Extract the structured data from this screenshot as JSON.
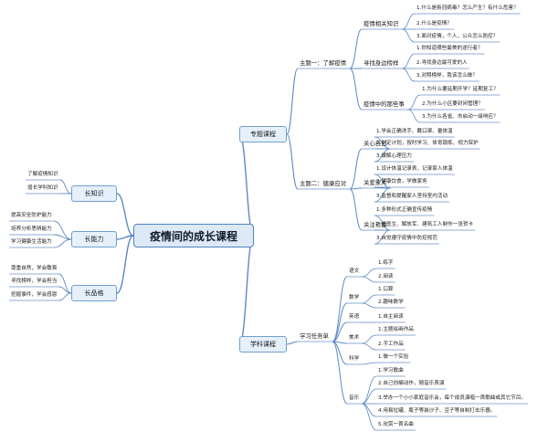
{
  "root": "疫情间的成长课程",
  "left": [
    {
      "title": "长知识",
      "items": [
        "了解疫情知识",
        "增长学科知识"
      ]
    },
    {
      "title": "长能力",
      "items": [
        "提高安全防护能力",
        "培养分析思辨能力",
        "学习健康生活能力"
      ]
    },
    {
      "title": "长品格",
      "items": [
        "尊重自然，学会敬畏",
        "寻找榜样，学会担当",
        "挖掘事件，学会感恩"
      ]
    }
  ],
  "right": [
    {
      "title": "专题课程",
      "themes": [
        {
          "title": "主题一：了解疫情",
          "groups": [
            {
              "title": "疫情相关知识",
              "items": [
                "1.什么是新冠病毒？怎么产生？有什么危害？",
                "2.什么是疫情？",
                "3.面对疫情，个人，公众怎么防控？"
              ]
            },
            {
              "title": "寻找身边榜样",
              "items": [
                "1.你知道哪些最美的逆行者？",
                "2.寻找身边最可爱的人",
                "3.对照榜样，我该怎么做？"
              ]
            },
            {
              "title": "疫情中的那些事",
              "items": [
                "1.为什么要延期开学？延期复工？",
                "2.为什么小区要封闭管理？",
                "3.为什么各省、市启动一级响应？"
              ]
            }
          ]
        },
        {
          "title": "主题二：健康应对",
          "groups": [
            {
              "title": "关心自己",
              "items": [
                "1.学会正确洗手、戴口罩、量体温",
                "2.制定计划，按时学习、体育锻炼、视力保护",
                "3.缓解心理压力"
              ]
            },
            {
              "title": "关爱家人",
              "items": [
                "1.设计体温记录表，记录家人体温",
                "2.健康饮食，学做家务",
                "3.监督和提醒家人坚持室内活动"
              ]
            },
            {
              "title": "关注社会",
              "items": [
                "1.多种形式正确宣传疫情",
                "2.给医生、解放军、建筑工人制作一张贺卡",
                "3.自觉遵守疫情中防控规范"
              ]
            }
          ]
        }
      ]
    },
    {
      "title": "学科课程",
      "sub": "学习任务单",
      "subjects": [
        {
          "title": "语文",
          "items": [
            "1.练字",
            "2.阅读"
          ]
        },
        {
          "title": "数学",
          "items": [
            "1.口算",
            "2.趣味数学"
          ]
        },
        {
          "title": "英语",
          "items": [
            "1.自主阅读"
          ]
        },
        {
          "title": "美术",
          "items": [
            "1.主题绘画作品",
            "2.手工作品"
          ]
        },
        {
          "title": "科学",
          "items": [
            "1.做一个实验"
          ]
        },
        {
          "title": "音乐",
          "items": [
            "1.学习歌曲",
            "2.自己创编动作，随音乐表演",
            "3.举办一个小小家庭音乐会，每个成员演唱一首歌曲或其它节目。",
            "4.用易拉罐、瓶子等装沙子、豆子等自制打击乐器。",
            "5.欣赏一首名曲"
          ]
        }
      ]
    }
  ],
  "colors": {
    "line": "#5b89c2",
    "underline": "#6a93c9",
    "box_fill": "#e6f0fb",
    "box_border": "#6f9fd0",
    "root_border": "#4d82c4"
  }
}
